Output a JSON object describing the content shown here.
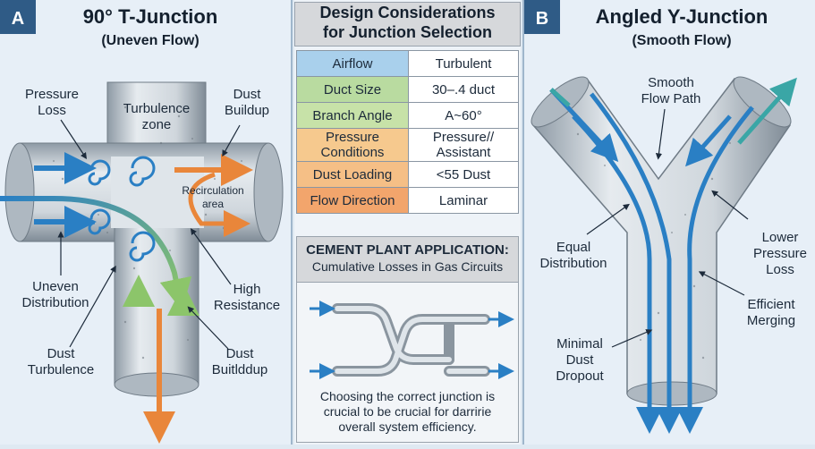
{
  "left_panel": {
    "badge": "A",
    "title": "90° T-Junction",
    "subtitle": "(Uneven Flow)",
    "labels": {
      "pressure_loss": [
        "Pressure",
        "Loss"
      ],
      "turbulence_zone": [
        "Turbulence",
        "zone"
      ],
      "dust_buildup_top": [
        "Dust",
        "Buildup"
      ],
      "recirculation": [
        "Recirculation",
        "area"
      ],
      "uneven_distribution": [
        "Uneven",
        "Distribution"
      ],
      "high_resistance": [
        "High",
        "Resistance"
      ],
      "dust_turbulence": [
        "Dust",
        "Turbulence"
      ],
      "dust_buildup_bottom": [
        "Dust",
        "Buitlddup"
      ]
    }
  },
  "middle_panel": {
    "title_lines": [
      "Design Considerations",
      "for Junction Selection"
    ],
    "rows": [
      {
        "label": [
          "Airflow"
        ],
        "value": [
          "Turbulent"
        ],
        "color": "#a9d0ec"
      },
      {
        "label": [
          "Duct Size"
        ],
        "value": [
          "30–.4 duct"
        ],
        "color": "#b9dba0"
      },
      {
        "label": [
          "Branch Angle"
        ],
        "value": [
          "A~60°"
        ],
        "color": "#c7e2a8"
      },
      {
        "label": [
          "Pressure",
          "Conditions"
        ],
        "value": [
          "Pressure//",
          "Assistant"
        ],
        "color": "#f6c98e"
      },
      {
        "label": [
          "Dust Loading"
        ],
        "value": [
          "<55 Dust"
        ],
        "color": "#f5bf86"
      },
      {
        "label": [
          "Flow Direction"
        ],
        "value": [
          "Laminar"
        ],
        "color": "#f2a56c"
      }
    ],
    "cement": {
      "title": "CEMENT PLANT APPLICATION:",
      "subtitle": "Cumulative Losses in Gas Circuits",
      "text_lines": [
        "Choosing the correct junction is",
        "crucial to be crucial for darririe",
        "overall system efficiency."
      ]
    }
  },
  "right_panel": {
    "badge": "B",
    "title": "Angled Y-Junction",
    "subtitle": "(Smooth Flow)",
    "labels": {
      "smooth_flow_path": [
        "Smooth",
        "Flow Path"
      ],
      "equal_distribution": [
        "Equal",
        "Distribution"
      ],
      "lower_pressure_loss": [
        "Lower",
        "Pressure",
        "Loss"
      ],
      "efficient_merging": [
        "Efficient",
        "Merging"
      ],
      "minimal_dust_dropout": [
        "Minimal",
        "Dust",
        "Dropout"
      ]
    }
  },
  "colors": {
    "badge": "#2f5b86",
    "pipe": "#c3ccd4",
    "pipe_dark": "#7f8b96",
    "flow_blue": "#2a7fc4",
    "flow_orange": "#e9863a",
    "flow_green": "#8cc56a"
  }
}
